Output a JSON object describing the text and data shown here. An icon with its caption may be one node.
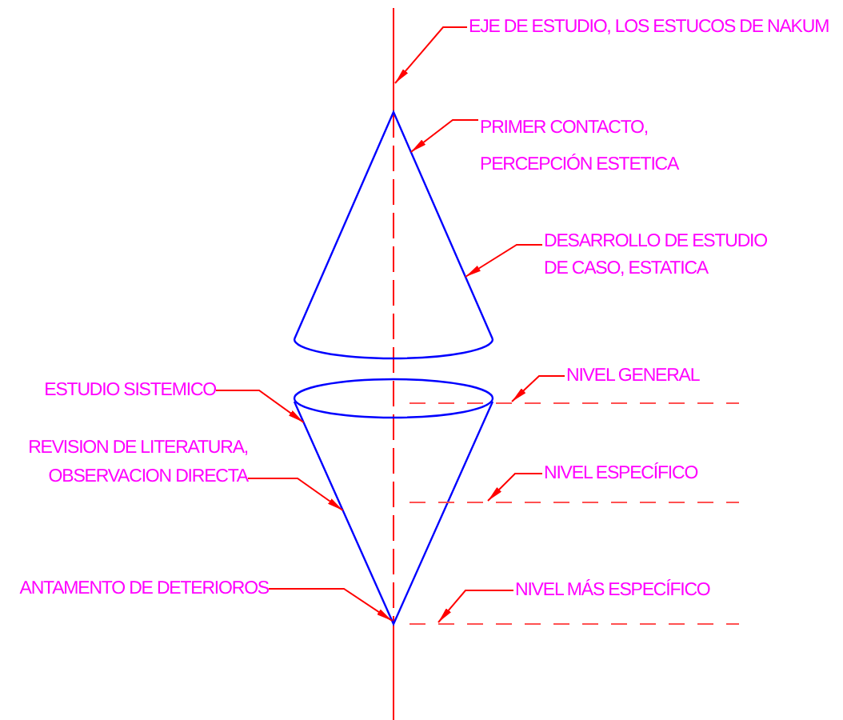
{
  "diagram": {
    "nodes": [
      {
        "text": [
          "EJE DE ESTUDIO, LOS ESTUCOS DE NAKUM"
        ]
      },
      {
        "text": [
          "PRIMER CONTACTO, PERCEPCIÓN ESTETICA"
        ]
      },
      {
        "text": [
          "DESARROLLO DE ESTUDIO DE CASO, ESTATICA"
        ]
      },
      {
        "text": [
          "NIVEL GENERAL"
        ]
      },
      {
        "text": [
          "NIVEL ESPECÍFICO"
        ]
      },
      {
        "text": [
          "NIVEL MÁS ESPECÍFICO"
        ]
      },
      {
        "text": [
          "ESTUDIO SISTEMICO"
        ]
      },
      {
        "text": [
          "REVISION DE LITERATURA, OBSERVACION DIRECTA"
        ]
      },
      {
        "text": [
          "ANTAMENTO DE DETERIOROS"
        ]
      },
      {
        "text": [],
        "shape": "line"
      },
      {
        "text": [],
        "shape": "cone"
      },
      {
        "text": [],
        "shape": "cone"
      },
      {
        "text": [],
        "shape": "line"
      },
      {
        "text": [],
        "shape": "line"
      },
      {
        "text": [],
        "shape": "line"
      }
    ],
    "edges": [
      {
        "from": 0,
        "to": 9,
        "arrow": "to"
      },
      {
        "from": 1,
        "to": 10,
        "arrow": "to"
      },
      {
        "from": 2,
        "to": 10,
        "arrow": "to"
      },
      {
        "from": 3,
        "to": 12,
        "arrow": "to"
      },
      {
        "from": 4,
        "to": 13,
        "arrow": "to"
      },
      {
        "from": 5,
        "to": 14,
        "arrow": "to"
      },
      {
        "from": 6,
        "to": 11,
        "arrow": "to"
      },
      {
        "from": 7,
        "to": 11,
        "arrow": "to"
      },
      {
        "from": 8,
        "to": 11,
        "arrow": "to"
      }
    ]
  }
}
